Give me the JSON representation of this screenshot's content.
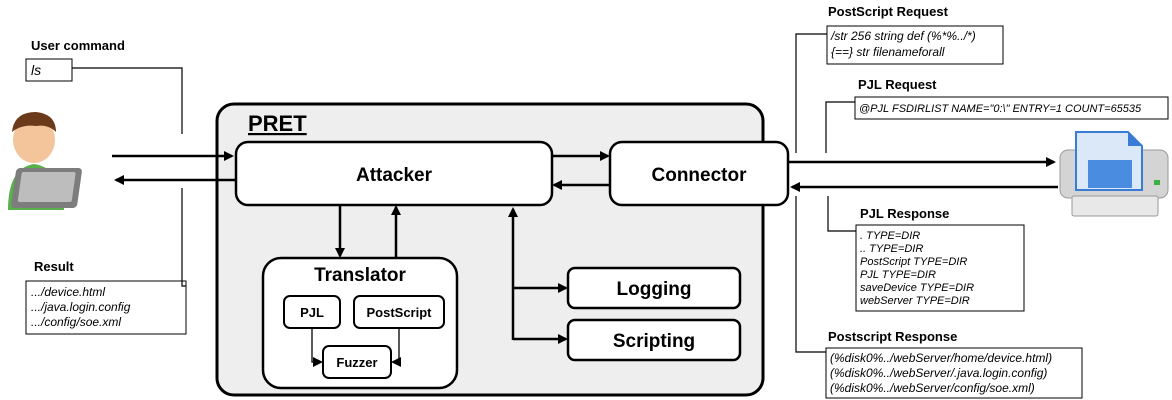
{
  "user_command": {
    "label": "User command",
    "value": "ls"
  },
  "result": {
    "label": "Result",
    "lines": [
      ".../device.html",
      ".../java.login.config",
      ".../config/soe.xml"
    ]
  },
  "pret": {
    "title": "PRET"
  },
  "attacker": {
    "label": "Attacker"
  },
  "connector": {
    "label": "Connector"
  },
  "translator": {
    "label": "Translator",
    "pjl": "PJL",
    "postscript": "PostScript",
    "fuzzer": "Fuzzer"
  },
  "logging": {
    "label": "Logging"
  },
  "scripting": {
    "label": "Scripting"
  },
  "postscript_request": {
    "label": "PostScript Request",
    "lines": [
      "/str 256 string def (%*%../*)",
      "{==} str filenameforall"
    ]
  },
  "pjl_request": {
    "label": "PJL Request",
    "lines": [
      "@PJL FSDIRLIST NAME=\"0:\\\" ENTRY=1 COUNT=65535"
    ]
  },
  "pjl_response": {
    "label": "PJL Response",
    "lines": [
      ". TYPE=DIR",
      ".. TYPE=DIR",
      "PostScript TYPE=DIR",
      "PJL TYPE=DIR",
      "saveDevice TYPE=DIR",
      "webServer TYPE=DIR"
    ]
  },
  "postscript_response": {
    "label": "Postscript Response",
    "lines": [
      "(%disk0%../webServer/home/device.html)",
      "(%disk0%../webServer/.java.login.config)",
      "(%disk0%../webServer/config/soe.xml)"
    ]
  }
}
